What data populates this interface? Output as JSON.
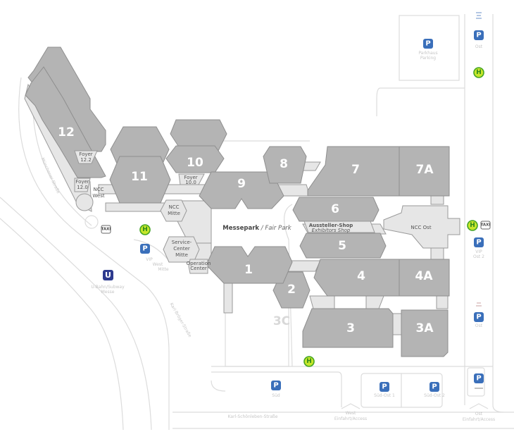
{
  "map": {
    "title": "Messepark / Fair Park",
    "colors": {
      "hall": "#b4b4b4",
      "foyer": "#e6e6e6",
      "parking": "#3a6fba",
      "bus": "#c6e62a",
      "subway": "#2d3a8e"
    },
    "park_label_main": "Messepark",
    "park_label_sub": "/ Fair Park",
    "halls": [
      {
        "id": "12",
        "label": "12"
      },
      {
        "id": "11",
        "label": "11"
      },
      {
        "id": "10",
        "label": "10"
      },
      {
        "id": "9",
        "label": "9"
      },
      {
        "id": "8",
        "label": "8"
      },
      {
        "id": "7",
        "label": "7"
      },
      {
        "id": "7A",
        "label": "7A"
      },
      {
        "id": "6",
        "label": "6"
      },
      {
        "id": "5",
        "label": "5"
      },
      {
        "id": "4",
        "label": "4"
      },
      {
        "id": "4A",
        "label": "4A"
      },
      {
        "id": "3",
        "label": "3"
      },
      {
        "id": "3A",
        "label": "3A"
      },
      {
        "id": "3C",
        "label": "3C"
      },
      {
        "id": "2",
        "label": "2"
      },
      {
        "id": "1",
        "label": "1"
      }
    ],
    "facilities": {
      "foyer_12_2": [
        "Foyer",
        "12.2"
      ],
      "foyer_12_0": [
        "Foyer",
        "12.0"
      ],
      "foyer_10_0": [
        "Foyer",
        "10.0"
      ],
      "ncc_west": [
        "NCC",
        "West"
      ],
      "ncc_mitte": [
        "NCC",
        "Mitte"
      ],
      "ncc_ost": "NCC Ost",
      "service_center": [
        "Service-",
        "Center",
        "Mitte"
      ],
      "operation_center": [
        "Operation",
        "Center"
      ],
      "exhibitor_shop": "Aussteller-Shop",
      "exhibitor_shop_en": "Exhibitors Shop"
    },
    "parking": [
      {
        "id": "parkhaus",
        "label": [
          "Parkhaus",
          "Parking"
        ],
        "icon": "P"
      },
      {
        "id": "ost-top",
        "label": [
          "Ost"
        ],
        "icon": "P"
      },
      {
        "id": "vip-west",
        "label": [
          "VIP",
          "West",
          "Mitte"
        ],
        "icon": "P"
      },
      {
        "id": "vip-ost2",
        "label": [
          "VIP",
          "Ost 2"
        ],
        "icon": "P"
      },
      {
        "id": "ost-mid",
        "label": [
          "Ost"
        ],
        "icon": "P"
      },
      {
        "id": "sued",
        "label": [
          "Süd"
        ],
        "icon": "P"
      },
      {
        "id": "sued-ost1",
        "label": [
          "Süd-Ost 1"
        ],
        "icon": "P"
      },
      {
        "id": "sued-ost2",
        "label": [
          "Süd-Ost 2"
        ],
        "icon": "P"
      },
      {
        "id": "ost-bottom",
        "label": [
          ""
        ],
        "icon": "P"
      }
    ],
    "bus_icon": "H",
    "taxi_icon": "TAXI",
    "subway": {
      "icon": "U",
      "label": [
        "U-Bahn/Subway",
        "Messe"
      ]
    },
    "streets": {
      "muenchener": "Münchener Straße",
      "karl_schoenleben": "Karl-Schönleben-Straße",
      "karl_bromme": "Karl-Bröger-Straße"
    },
    "access": {
      "west": [
        "West",
        "Einfahrt/Access"
      ],
      "ost": [
        "Ost",
        "Einfahrt/Access"
      ]
    }
  }
}
